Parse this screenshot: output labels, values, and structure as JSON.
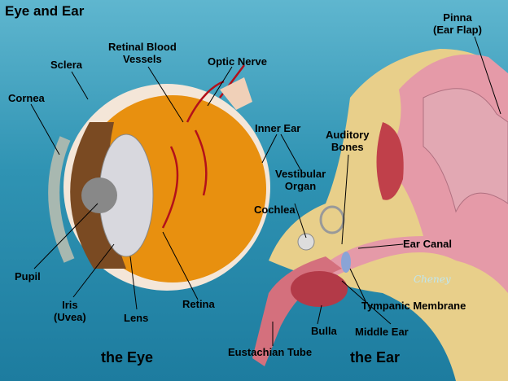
{
  "title": "Eye and Ear",
  "eye_labels": {
    "sclera": "Sclera",
    "cornea": "Cornea",
    "retinal_vessels": "Retinal Blood\nVessels",
    "optic_nerve": "Optic Nerve",
    "pupil": "Pupil",
    "iris": "Iris\n(Uvea)",
    "lens": "Lens",
    "retina": "Retina",
    "caption": "the Eye"
  },
  "ear_labels": {
    "pinna": "Pinna\n(Ear Flap)",
    "inner_ear": "Inner Ear",
    "auditory_bones": "Auditory\nBones",
    "vestibular": "Vestibular\nOrgan",
    "cochlea": "Cochlea",
    "ear_canal": "Ear Canal",
    "tympanic": "Tympanic Membrane",
    "bulla": "Bulla",
    "middle_ear": "Middle Ear",
    "eustachian": "Eustachian Tube",
    "caption": "the Ear"
  },
  "signature": "Cheney",
  "colors": {
    "bg_top": "#5fb6cf",
    "bg_bottom": "#1d7c9f",
    "eye_interior": "#e8900f",
    "ear_flesh": "#e59aa8",
    "bone": "#e8cf8a"
  }
}
